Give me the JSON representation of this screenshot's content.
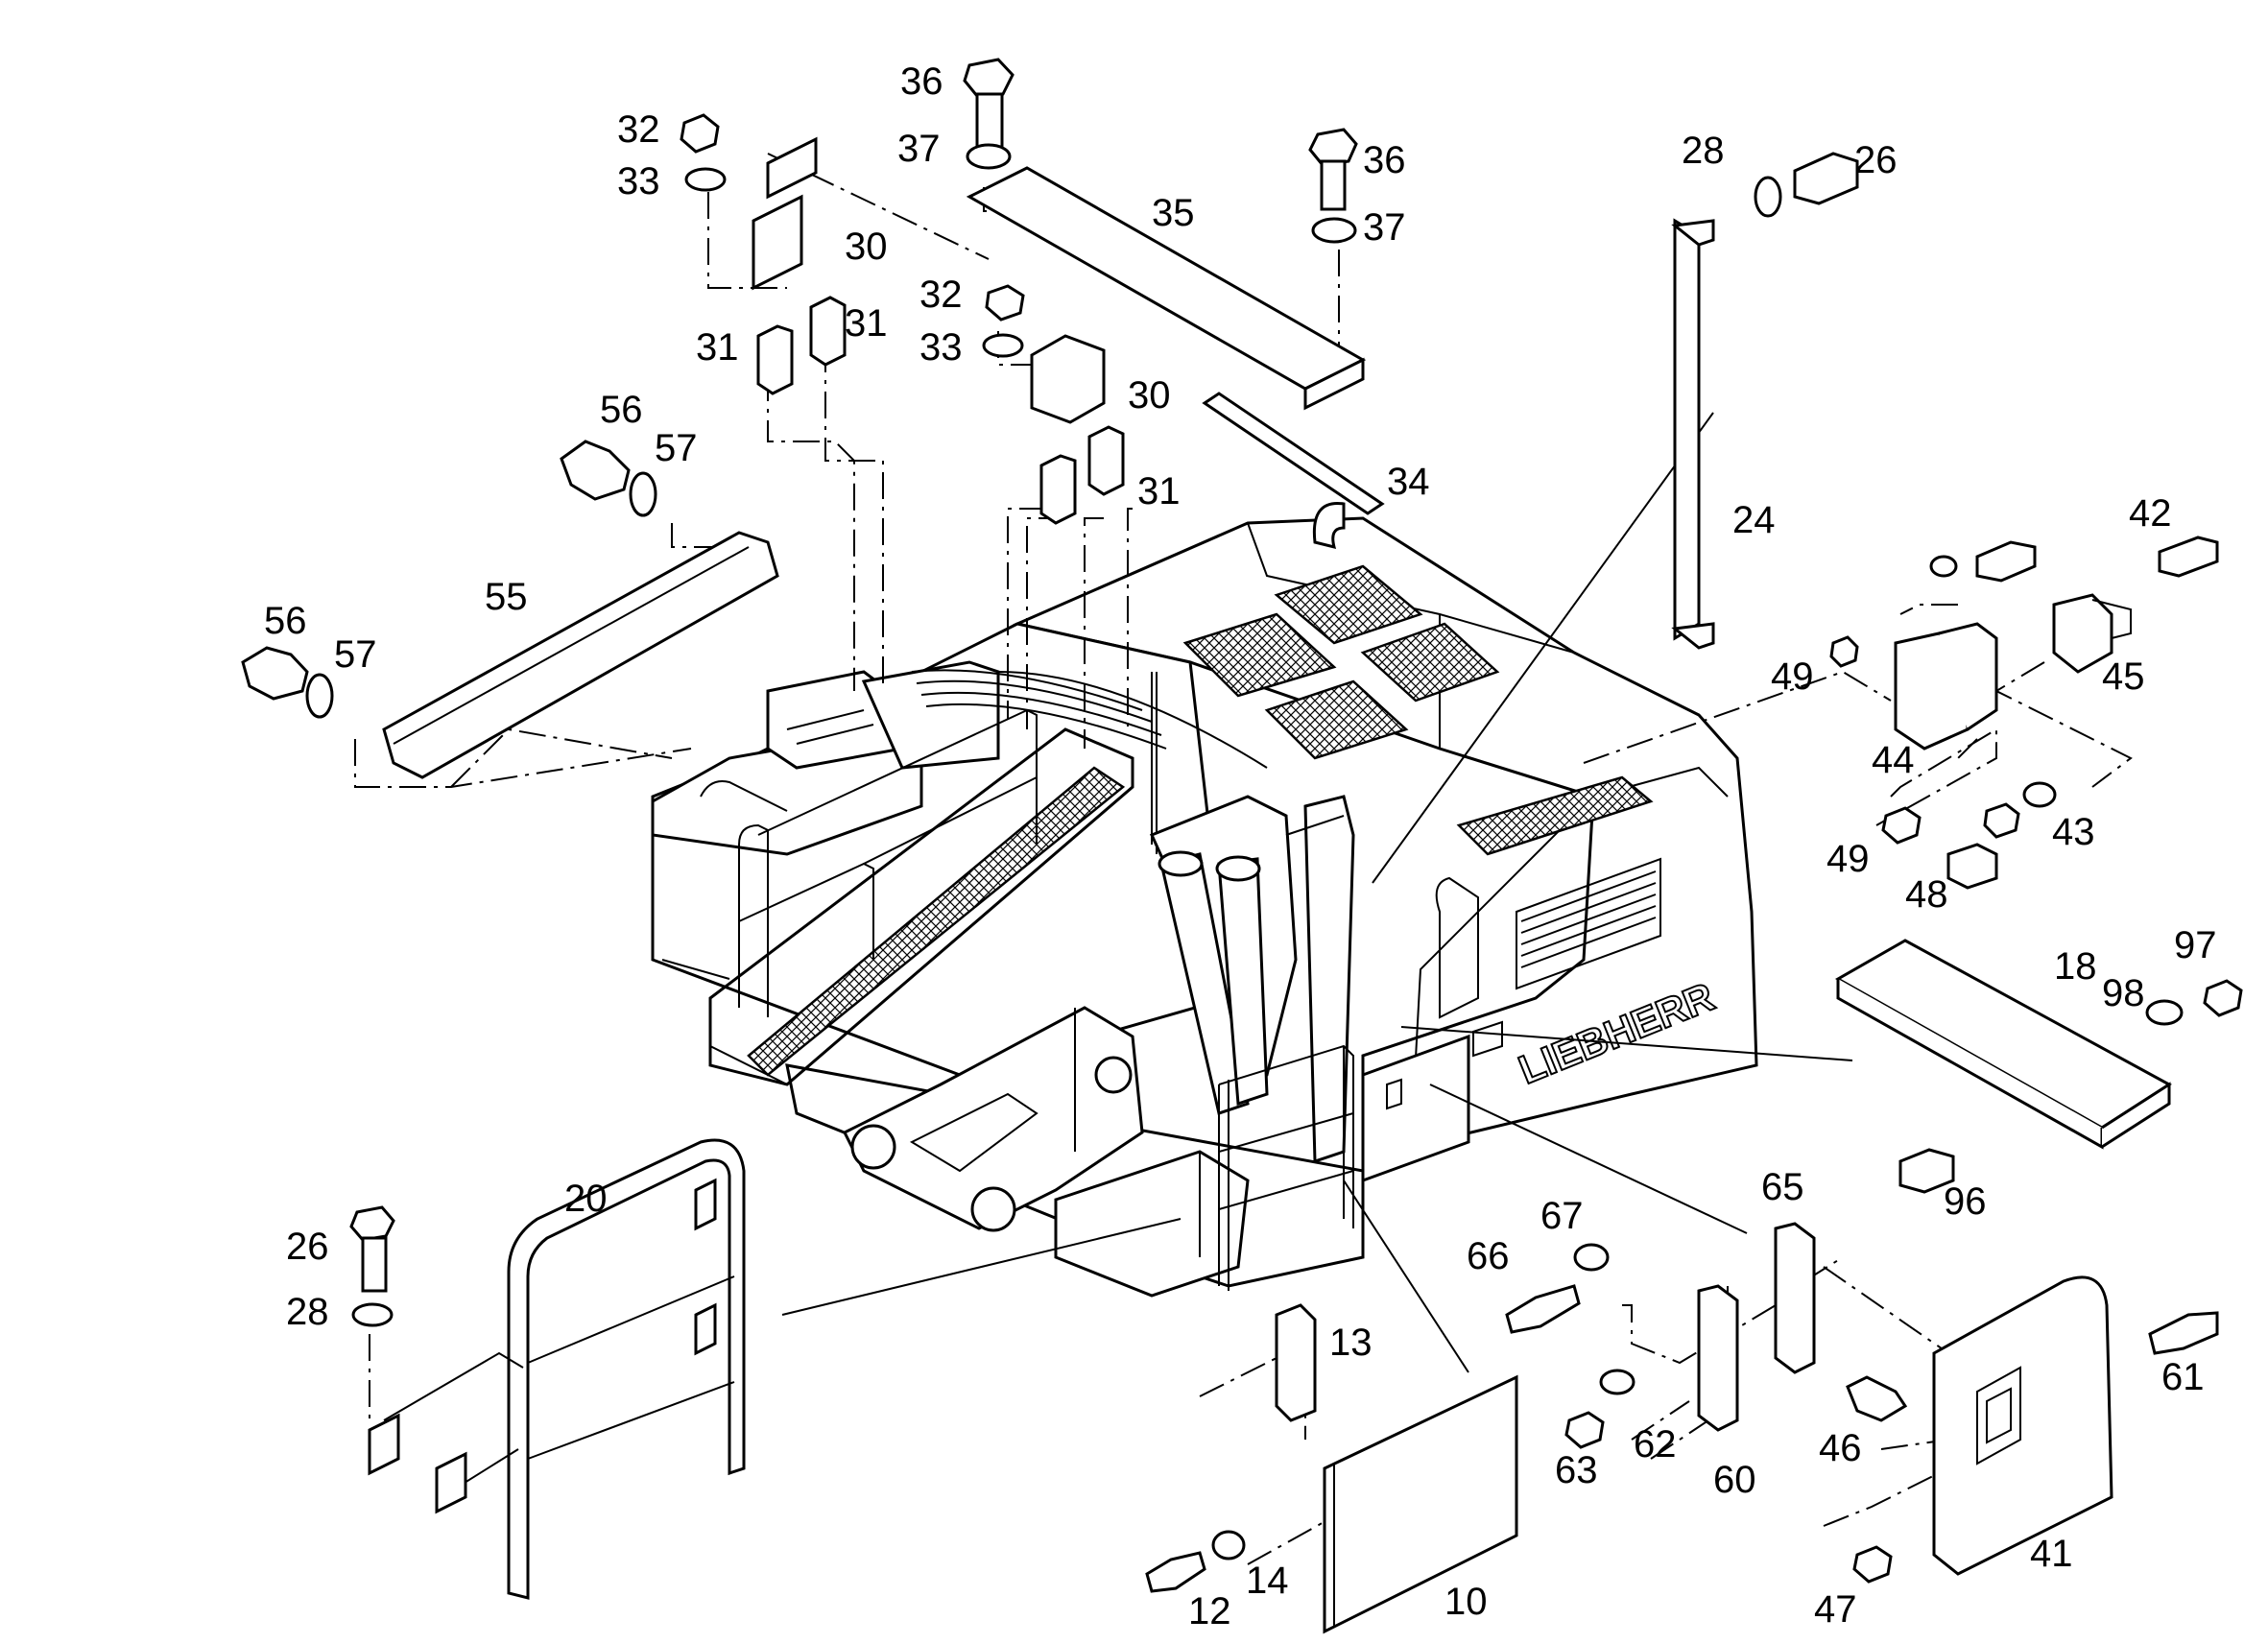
{
  "brand_text": "LIEBHERR",
  "callouts": [
    {
      "id": "c36a",
      "text": "36"
    },
    {
      "id": "c37a",
      "text": "37"
    },
    {
      "id": "c35",
      "text": "35"
    },
    {
      "id": "c36b",
      "text": "36"
    },
    {
      "id": "c37b",
      "text": "37"
    },
    {
      "id": "c28a",
      "text": "28"
    },
    {
      "id": "c26a",
      "text": "26"
    },
    {
      "id": "c32a",
      "text": "32"
    },
    {
      "id": "c33a",
      "text": "33"
    },
    {
      "id": "c30a",
      "text": "30"
    },
    {
      "id": "c31a",
      "text": "31"
    },
    {
      "id": "c31b",
      "text": "31"
    },
    {
      "id": "c32b",
      "text": "32"
    },
    {
      "id": "c33b",
      "text": "33"
    },
    {
      "id": "c30b",
      "text": "30"
    },
    {
      "id": "c31c",
      "text": "31"
    },
    {
      "id": "c34",
      "text": "34"
    },
    {
      "id": "c24",
      "text": "24"
    },
    {
      "id": "c56a",
      "text": "56"
    },
    {
      "id": "c57a",
      "text": "57"
    },
    {
      "id": "c55",
      "text": "55"
    },
    {
      "id": "c56b",
      "text": "56"
    },
    {
      "id": "c57b",
      "text": "57"
    },
    {
      "id": "c42",
      "text": "42"
    },
    {
      "id": "c45",
      "text": "45"
    },
    {
      "id": "c49a",
      "text": "49"
    },
    {
      "id": "c44",
      "text": "44"
    },
    {
      "id": "c49b",
      "text": "49"
    },
    {
      "id": "c48",
      "text": "48"
    },
    {
      "id": "c43",
      "text": "43"
    },
    {
      "id": "c18",
      "text": "18"
    },
    {
      "id": "c97",
      "text": "97"
    },
    {
      "id": "c98",
      "text": "98"
    },
    {
      "id": "c96",
      "text": "96"
    },
    {
      "id": "c20",
      "text": "20"
    },
    {
      "id": "c26b",
      "text": "26"
    },
    {
      "id": "c28b",
      "text": "28"
    },
    {
      "id": "c65",
      "text": "65"
    },
    {
      "id": "c67",
      "text": "67"
    },
    {
      "id": "c66",
      "text": "66"
    },
    {
      "id": "c13",
      "text": "13"
    },
    {
      "id": "c63",
      "text": "63"
    },
    {
      "id": "c62",
      "text": "62"
    },
    {
      "id": "c60",
      "text": "60"
    },
    {
      "id": "c46",
      "text": "46"
    },
    {
      "id": "c61",
      "text": "61"
    },
    {
      "id": "c41",
      "text": "41"
    },
    {
      "id": "c14",
      "text": "14"
    },
    {
      "id": "c12",
      "text": "12"
    },
    {
      "id": "c10",
      "text": "10"
    },
    {
      "id": "c47",
      "text": "47"
    }
  ]
}
